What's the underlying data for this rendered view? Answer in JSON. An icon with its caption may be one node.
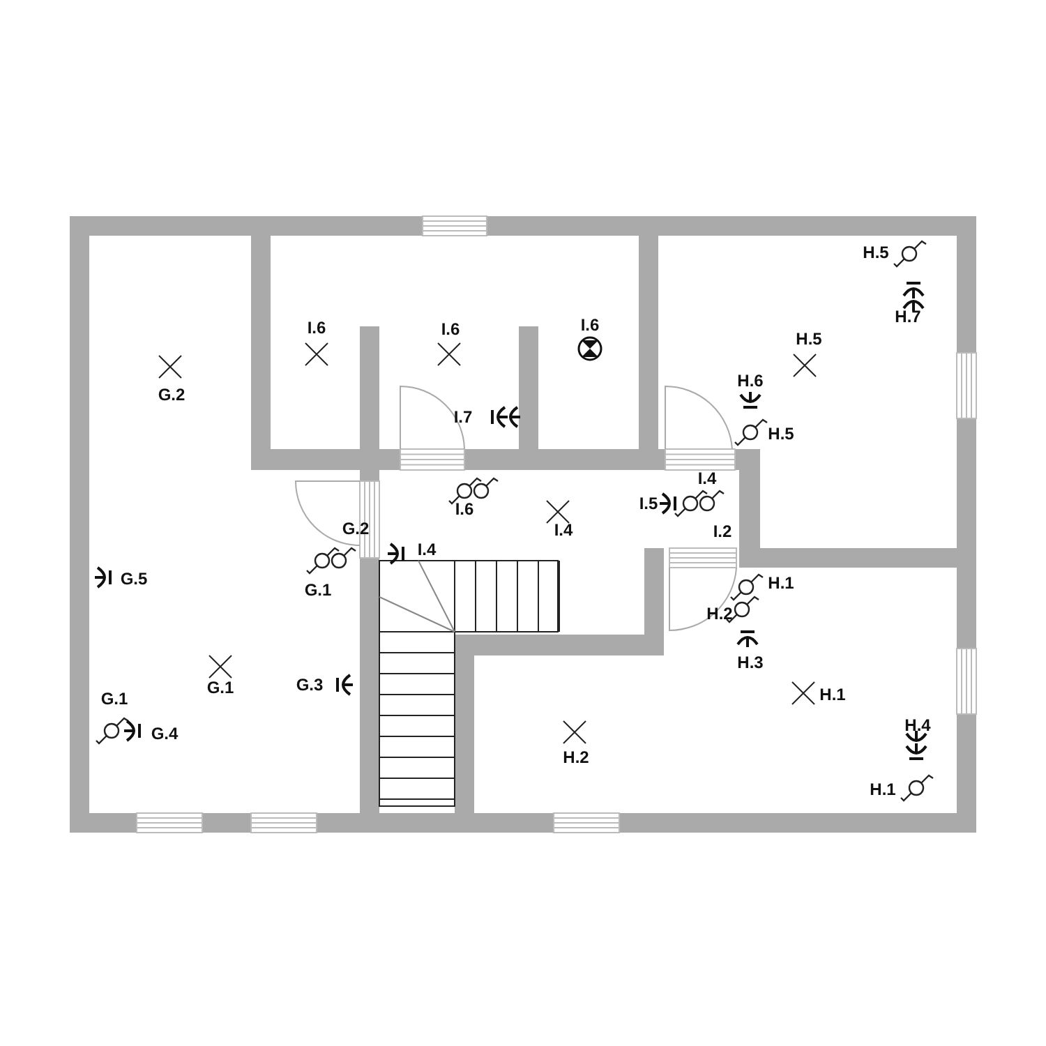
{
  "diagram": {
    "labels": [
      "H.5",
      "I.6",
      "I.6",
      "I.6",
      "H.5",
      "H.7",
      "G.2",
      "H.6",
      "I.7",
      "H.5",
      "I.4",
      "I.6",
      "I.5",
      "G.2",
      "I.4",
      "I.2",
      "I.4",
      "G.5",
      "G.1",
      "H.1",
      "H.2",
      "H.3",
      "G.1",
      "G.1",
      "G.3",
      "H.1",
      "G.4",
      "H.4",
      "H.2",
      "H.1"
    ]
  }
}
